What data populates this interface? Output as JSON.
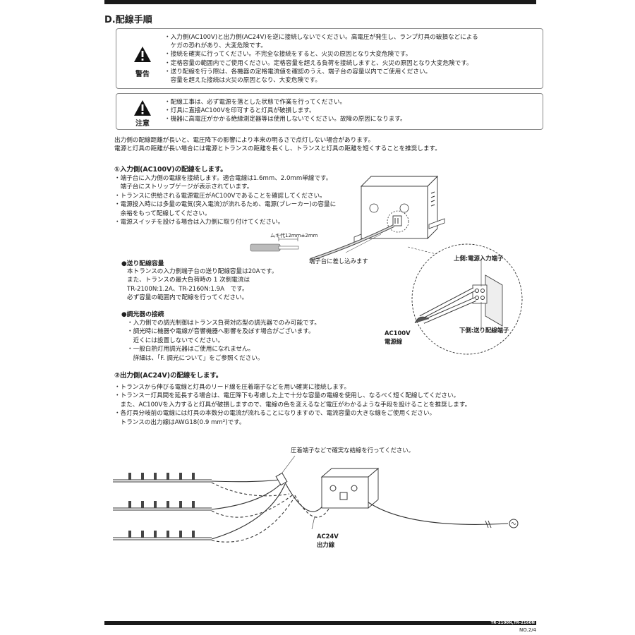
{
  "header": {
    "title": "D.配線手順"
  },
  "warning_box": {
    "label": "警告",
    "lines": [
      "・入力側(AC100V)と出力側(AC24V)を逆に接続しないでください。高電圧が発生し、ランプ灯具の破損などによる",
      "　ケガの恐れがあり、大変危険です。",
      "・接続を確実に行ってください。不完全な接続をすると、火災の原因となり大変危険です。",
      "・定格容量の範囲内でご使用ください。定格容量を超える負荷を接続しますと、火災の原因となり大変危険です。",
      "・送り配線を行う際は、各機器の定格電流値を確認のうえ、端子台の容量以内でご使用ください。",
      "　容量を超えた接続は火災の原因となり、大変危険です。"
    ]
  },
  "caution_box": {
    "label": "注意",
    "lines": [
      "・配線工事は、必ず電源を落とした状態で作業を行ってください。",
      "・灯具に直接AC100Vを印可すると灯具が破損します。",
      "・機器に高電圧がかかる絶縁測定器等は使用しないでください。故障の原因になります。"
    ]
  },
  "intro": [
    "出力側の配線距離が長いと、電圧降下の影響により本来の明るさで点灯しない場合があります。",
    "電源と灯具の距離が長い場合には電源とトランスの距離を長くし、トランスと灯具の距離を短くすることを推奨します。"
  ],
  "section1": {
    "title": "①入力側(AC100V)の配線をします。",
    "lines": [
      "・端子台に入力側の電線を接続します。適合電線は1.6mm、2.0mm単線です。",
      "　端子台にストリップゲージが表示されています。",
      "・トランスに供給される電源電圧がAC100Vであることを確認してください。",
      "・電源投入時には多量の電気(突入電流)が流れるため、電源(ブレーカー)の容量に",
      "　余裕をもって配線してください。",
      "・電源スイッチを設ける場合は入力側に取り付けてください。"
    ],
    "strip_label": "ムキ代12mm±2mm",
    "insert_label": "端子台に差し込みます",
    "upper_label": "上側:電源入力端子",
    "lower_label": "下側:送り配線端子",
    "cable_label": [
      "AC100V",
      "電源線"
    ]
  },
  "feed": {
    "title": "●送り配線容量",
    "lines": [
      "本トランスの入力側端子台の送り配線容量は20Aです。",
      "また、トランスの最大負荷時の 1 次側電流は",
      "TR-2100N:1.2A、TR-2160N:1.9A　です。",
      "必ず容量の範囲内で配線を行ってください。"
    ]
  },
  "dimmer": {
    "title": "●調光器の接続",
    "lines": [
      "・入力側での調光制御はトランス負荷対応型の調光器でのみ可能です。",
      "・調光時に機器や電線が音響機器へ影響を及ぼす場合がございます。",
      "　近くには設置しないでください。",
      "・一般白熱灯用調光器はご使用になれません。",
      "　詳細は、「F. 調光について」をご参照ください。"
    ]
  },
  "section2": {
    "title": "②出力側(AC24V)の配線をします。",
    "lines": [
      "・トランスから伸びる電線と灯具のリード線を圧着端子などを用い確実に接続します。",
      "・トランスー灯具間を延長する場合は、電圧降下も考慮した上で十分な容量の電線を使用し、なるべく短く配線してください。",
      "　また、AC100Vを入力すると灯具が破損しますので、電線の色を変えるなど電圧がわかるような手段を設けることを推奨します。",
      "・各灯具分岐前の電線には灯具の本数分の電流が流れることになりますので、電流容量の大きな線をご使用ください。",
      "　トランスの出力線はAWG18(0.9 mm²)です。"
    ],
    "crimp_label": "圧着端子などで確実な結線を行ってください。",
    "output_label": [
      "AC24V",
      "出力線"
    ]
  },
  "footer": {
    "model": "TR-2100N,TR-2160N",
    "page": "NO.2/4"
  },
  "icons": {
    "warning": "warning-triangle-icon",
    "caution": "caution-triangle-icon"
  }
}
